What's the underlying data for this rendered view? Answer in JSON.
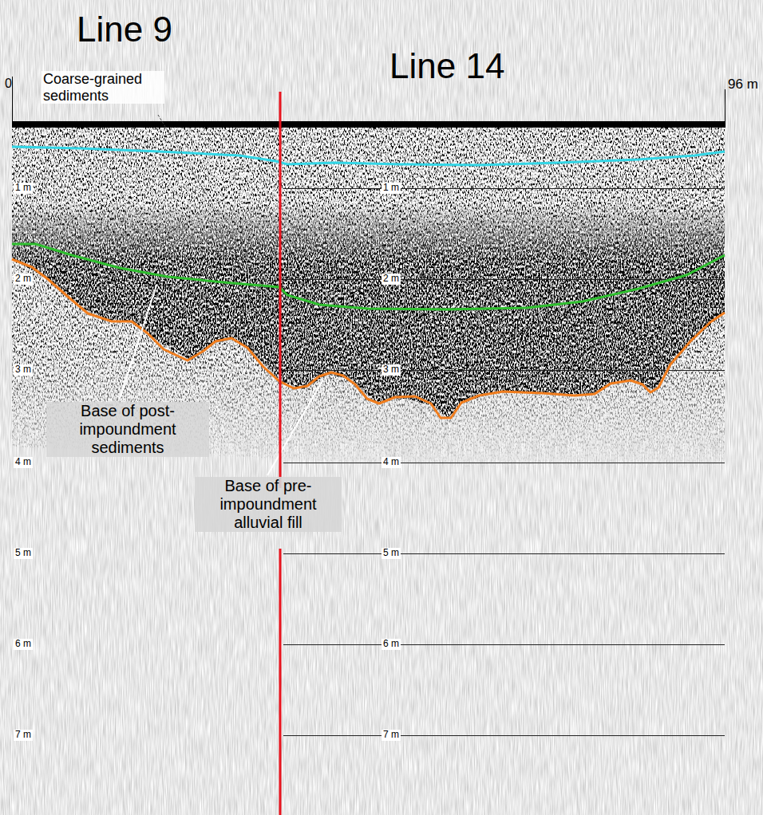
{
  "diagram": {
    "labels": [
      "Line 9",
      "Line 14",
      "0",
      "96 m",
      "Coarse-grained sediments",
      "1 m",
      "1 m",
      "2 m",
      "2 m",
      "Base of post-impoundment sediments",
      "3 m",
      "3 m",
      "4 m",
      "4 m",
      "Base of pre-impoundment alluvial fill",
      "5 m",
      "5 m",
      "6 m",
      "6 m",
      "7 m",
      "7 m"
    ]
  }
}
